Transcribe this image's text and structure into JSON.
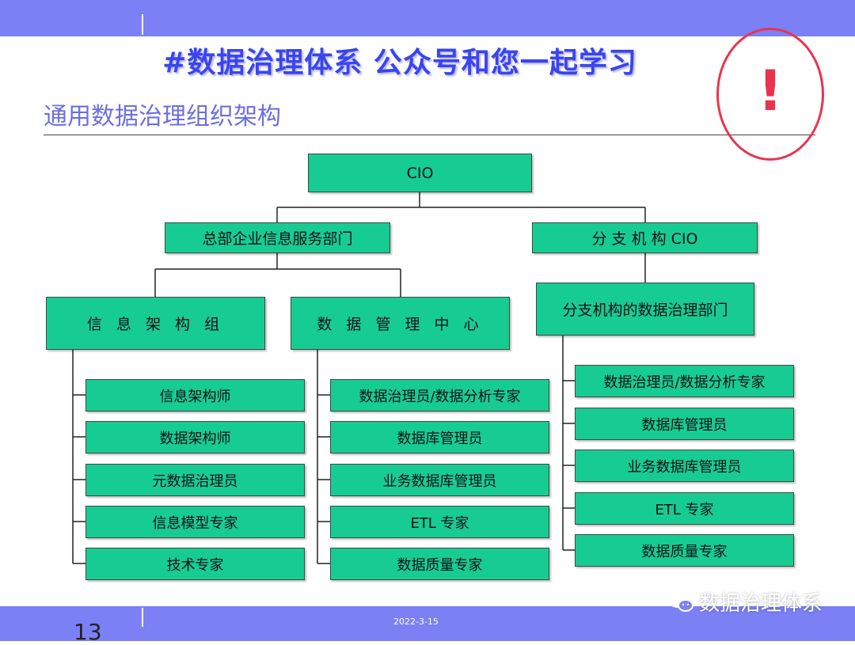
{
  "header": {
    "title": "#数据治理体系 公众号和您一起学习",
    "subtitle": "通用数据治理组织架构",
    "alert_symbol": "!"
  },
  "org": {
    "root": "CIO",
    "hq_dept": "总部企业信息服务部门",
    "branch_cio": "分 支 机 构 CIO",
    "info_arch_group": "信 息 架 构 组",
    "data_mgmt_center": "数 据 管 理 中 心",
    "branch_gov_dept": "分支机构的数据治理部门",
    "info_arch_roles": [
      "信息架构师",
      "数据架构师",
      "元数据治理员",
      "信息模型专家",
      "技术专家"
    ],
    "data_mgmt_roles": [
      "数据治理员/数据分析专家",
      "数据库管理员",
      "业务数据库管理员",
      "ETL 专家",
      "数据质量专家"
    ],
    "branch_roles": [
      "数据治理员/数据分析专家",
      "数据库管理员",
      "业务数据库管理员",
      "ETL 专家",
      "数据质量专家"
    ]
  },
  "footer": {
    "page_number": "13",
    "date": "2022-3-15",
    "watermark": "数据治理体系"
  },
  "colors": {
    "banner": "#7b80f4",
    "title": "#3a44ee",
    "subtitle": "#6b6fe0",
    "node_fill": "#17cc93",
    "alert": "#e8344f"
  }
}
